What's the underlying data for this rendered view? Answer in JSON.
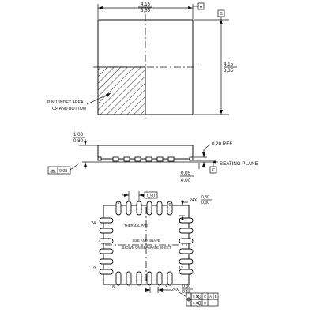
{
  "top_view": {
    "width_max": "4,15",
    "width_min": "3,85",
    "height_max": "4,15",
    "height_min": "3,85",
    "datum_a": "A",
    "datum_b": "B",
    "pin1_label_line1": "PIN 1 INDEX AREA",
    "pin1_label_line2": "TOP AND BOTTOM"
  },
  "side_view": {
    "height_max": "1,00",
    "height_min": "0,80",
    "ref_dim": "0,20 REF.",
    "seating_plane": "SEATING PLANE",
    "standoff_max": "0,05",
    "standoff_min": "0,00",
    "datum_c": "C",
    "flatness_value": "0,08"
  },
  "bottom_view": {
    "pitch": "0,50",
    "lead_width_count": "24X",
    "lead_width_max": "0,50",
    "lead_width_min": "0,30",
    "pin_1": "1",
    "pin_6": "6",
    "pin_7": "7",
    "pin_12": "12",
    "pin_13": "13",
    "pin_18": "18",
    "pin_19": "19",
    "pin_24": "24",
    "thermal_pad": "THERMAL PAD",
    "note_line1": "SIZE AND SHAPE",
    "note_line2": "SHOWN ON SEPARATE SHEET",
    "lead_len_count": "24X",
    "lead_len_max": "0,30",
    "lead_len_min": "0,18",
    "tol1_value": "0,10",
    "tol1_ref1": "C",
    "tol1_ref2": "A",
    "tol1_ref3": "B",
    "tol2_value": "0,05",
    "tol2_ref1": "C"
  }
}
